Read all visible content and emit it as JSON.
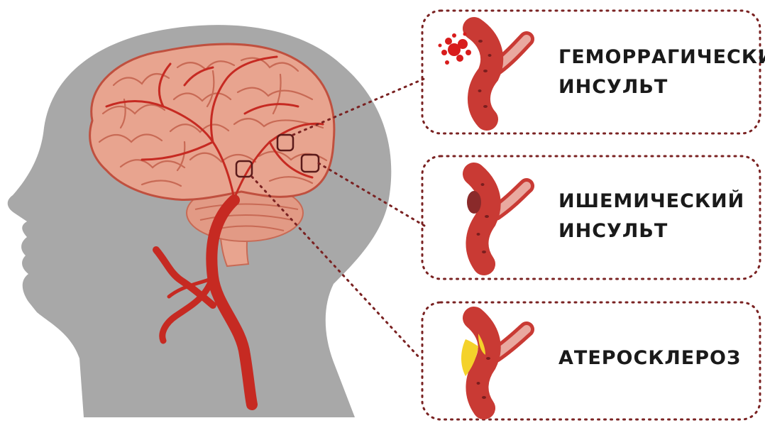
{
  "panels": [
    {
      "id": "hemorrhagic",
      "lines": [
        "ГЕМОРРАГИЧЕСКИЙ",
        "ИНСУЛЬТ"
      ]
    },
    {
      "id": "ischemic",
      "lines": [
        "ИШЕМИЧЕСКИЙ",
        "ИНСУЛЬТ"
      ]
    },
    {
      "id": "atherosclerosis",
      "lines": [
        "АТЕРОСКЛЕРОЗ"
      ]
    }
  ],
  "colors": {
    "head": "#a8a8a8",
    "brain": "#e8a48f",
    "brain_fold": "#c86a55",
    "artery": "#c62a22",
    "vessel_outer": "#c93a34",
    "vessel_light": "#e9a9a0",
    "plaque": "#f4d22a",
    "clot": "#8a2a2a",
    "dots": "#7a2222"
  }
}
